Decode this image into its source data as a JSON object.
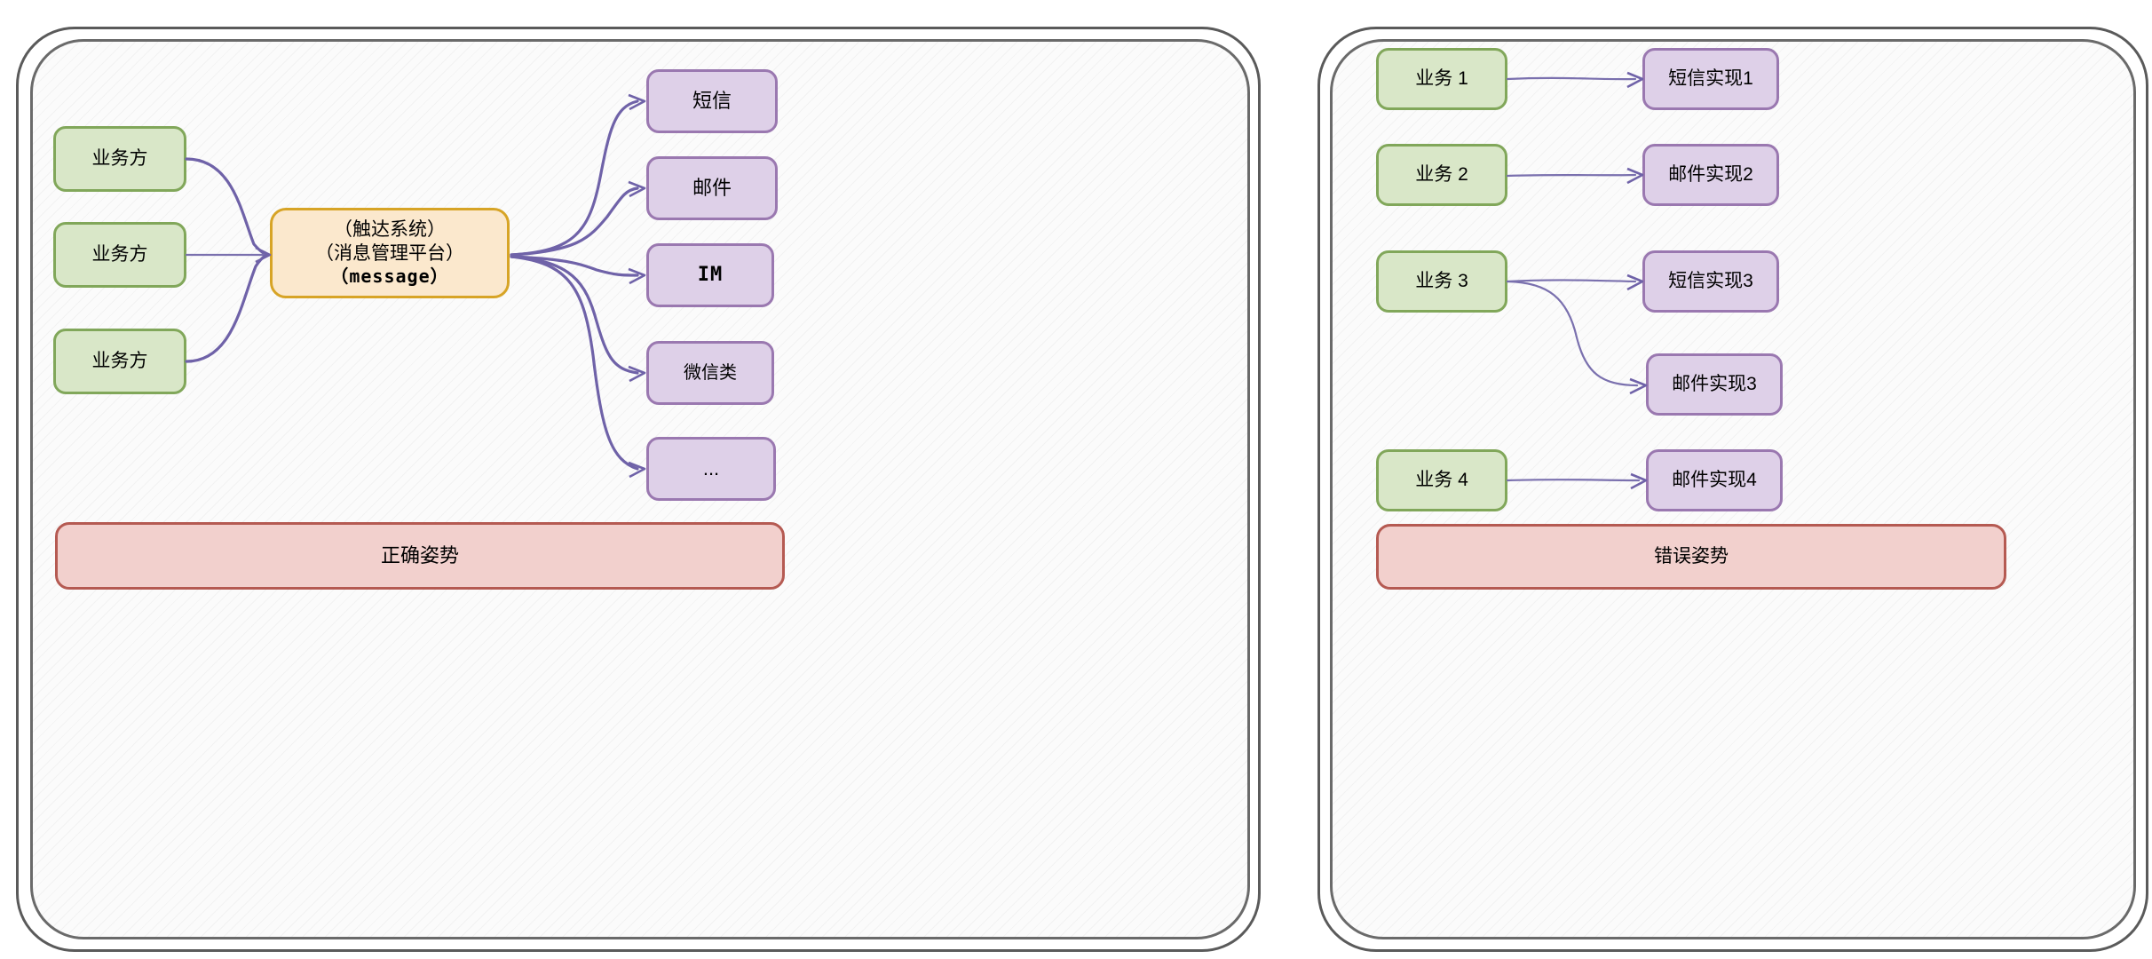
{
  "diagram": {
    "title_left": "正确姿势",
    "title_right": "错误姿势",
    "colors": {
      "green_fill": "#d9e7c8",
      "green_border": "#81a75a",
      "purple_fill": "#ded0e8",
      "purple_border": "#9a78b0",
      "orange_fill": "#fbe8cd",
      "orange_border": "#d7a426",
      "red_fill": "#f2d0cd",
      "red_border": "#b55a52",
      "edge": "#6f62a8",
      "panel_border": "#5a5a5a",
      "panel_fill": "#fbfbfb"
    }
  },
  "left_panel": {
    "banner_label": "正确姿势",
    "producers": [
      {
        "label": "业务方"
      },
      {
        "label": "业务方"
      },
      {
        "label": "业务方"
      }
    ],
    "hub": {
      "line1": "（触达系统）",
      "line2": "（消息管理平台）",
      "line3": "（message）"
    },
    "channels": [
      {
        "label": "短信"
      },
      {
        "label": "邮件"
      },
      {
        "label": "IM"
      },
      {
        "label": "微信类"
      },
      {
        "label": "..."
      }
    ]
  },
  "right_panel": {
    "banner_label": "错误姿势",
    "businesses": [
      {
        "label": "业务 1"
      },
      {
        "label": "业务 2"
      },
      {
        "label": "业务 3"
      },
      {
        "label": "业务 4"
      }
    ],
    "implementations": [
      {
        "label": "短信实现1"
      },
      {
        "label": "邮件实现2"
      },
      {
        "label": "短信实现3"
      },
      {
        "label": "邮件实现3"
      },
      {
        "label": "邮件实现4"
      }
    ]
  }
}
